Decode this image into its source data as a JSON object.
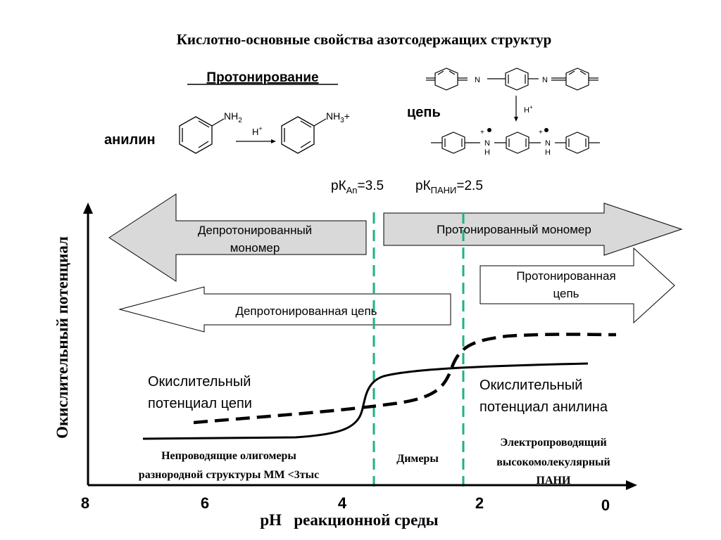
{
  "title": "Кислотно-основные свойства азотсодержащих  структур",
  "protonation": {
    "heading": "Протонирование",
    "aniline_label": "анилин",
    "nh2_main": "NH",
    "nh2_sub": "2",
    "h_plus_main": "H",
    "h_plus_sup": "+",
    "nh3_main": "NH",
    "nh3_sub": "3",
    "nh3_charge": "+"
  },
  "chain": {
    "label": "цепь",
    "n_atom": "N",
    "h_atom": "H",
    "plus": "+",
    "h_plus_main": "H",
    "h_plus_sup": "+"
  },
  "pk": {
    "an_prefix": "рК",
    "an_sub": "An",
    "an_value": "=3.5",
    "pani_prefix": "рК",
    "pani_sub": "ПАНИ",
    "pani_value": "=2.5"
  },
  "arrows": {
    "deprot_monomer_line1": "Депротонированный",
    "deprot_monomer_line2": "мономер",
    "prot_monomer": "Протонированный мономер",
    "prot_chain_line1": "Протонированная",
    "prot_chain_line2": "цепь",
    "deprot_chain": "Депротонированная цепь"
  },
  "curves": {
    "chain_label_line1": "Окислительный",
    "chain_label_line2": "потенциал цепи",
    "aniline_label_line1": "Окислительный",
    "aniline_label_line2": "потенциал анилина"
  },
  "regions": {
    "left_line1": "Непроводящие олигомеры",
    "left_line2": "разнородной структуры ММ <3тыс",
    "middle": "Димеры",
    "right_line1": "Электропроводящий",
    "right_line2": "высокомолекулярный",
    "right_line3": "ПАНИ"
  },
  "axes": {
    "y_label": "Окислительный  потенциал",
    "x_label": "рН   реакционной среды",
    "x_ticks": [
      "8",
      "6",
      "4",
      "2",
      "0"
    ]
  },
  "colors": {
    "divider": "#20b08a",
    "arrow_fill_gray": "#d9d9d9",
    "arrow_fill_white": "#ffffff",
    "ink": "#000000"
  }
}
